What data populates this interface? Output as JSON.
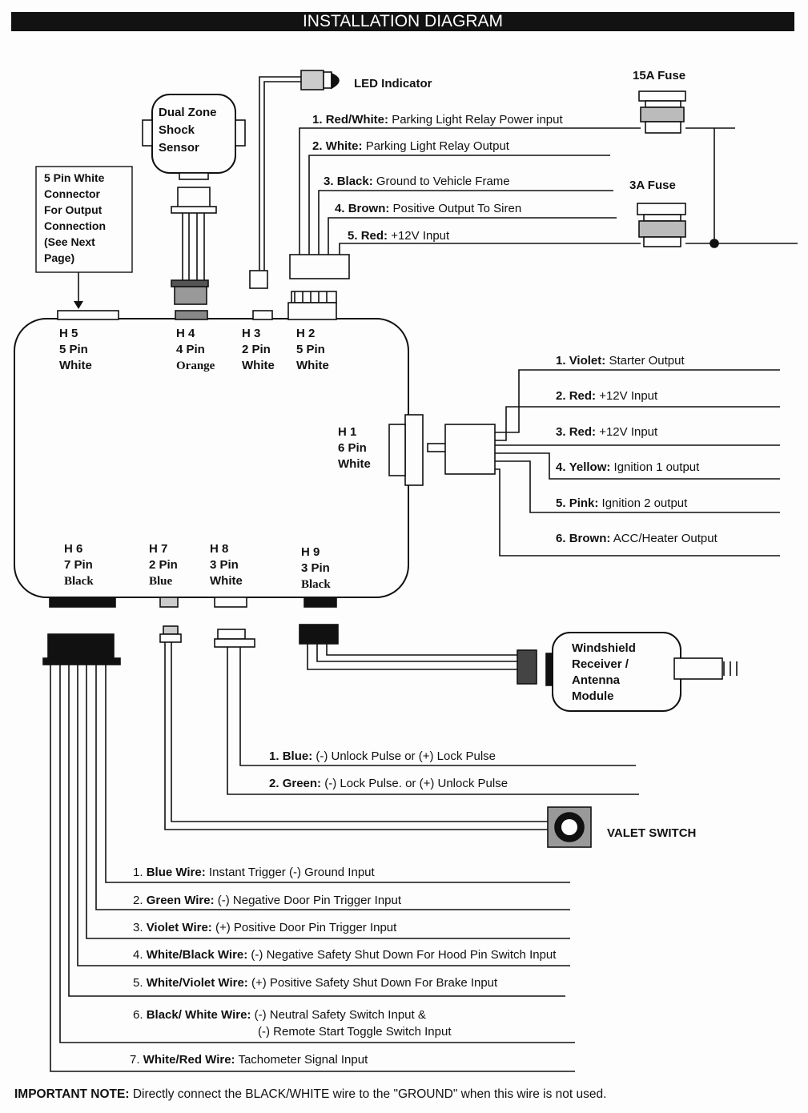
{
  "title": "INSTALLATION DIAGRAM",
  "components": {
    "led": "LED Indicator",
    "fuse_15a": "15A Fuse",
    "fuse_3a": "3A Fuse",
    "shock_sensor": [
      "Dual Zone",
      "Shock",
      "Sensor"
    ],
    "h5_note": [
      "5 Pin White",
      "Connector",
      "For Output",
      "Connection",
      "(See Next",
      "Page)"
    ],
    "receiver": [
      "Windshield",
      "Receiver /",
      "Antenna",
      "Module"
    ],
    "valet": "VALET SWITCH"
  },
  "headers": {
    "h5": [
      "H 5",
      "5 Pin",
      "White"
    ],
    "h4": [
      "H 4",
      "4 Pin",
      "Orange"
    ],
    "h3": [
      "H 3",
      "2 Pin",
      "White"
    ],
    "h2": [
      "H 2",
      "5 Pin",
      "White"
    ],
    "h1": [
      "H 1",
      "6 Pin",
      "White"
    ],
    "h6": [
      "H 6",
      "7 Pin",
      "Black"
    ],
    "h7": [
      "H 7",
      "2 Pin",
      "Blue"
    ],
    "h8": [
      "H 8",
      "3 Pin",
      "White"
    ],
    "h9": [
      "H 9",
      "3 Pin",
      "Black"
    ]
  },
  "h2_wires": [
    {
      "num": "1.",
      "color": "Red/White:",
      "desc": "Parking Light Relay Power input"
    },
    {
      "num": "2.",
      "color": "White:",
      "desc": "Parking Light Relay Output"
    },
    {
      "num": "3.",
      "color": "Black:",
      "desc": "Ground to Vehicle Frame"
    },
    {
      "num": "4.",
      "color": "Brown:",
      "desc": "Positive Output To Siren"
    },
    {
      "num": "5.",
      "color": "Red:",
      "desc": "+12V Input"
    }
  ],
  "h1_wires": [
    {
      "num": "1.",
      "color": "Violet:",
      "desc": "Starter Output"
    },
    {
      "num": "2.",
      "color": "Red:",
      "desc": "+12V Input"
    },
    {
      "num": "3.",
      "color": "Red:",
      "desc": "+12V Input"
    },
    {
      "num": "4.",
      "color": "Yellow:",
      "desc": "Ignition 1 output"
    },
    {
      "num": "5.",
      "color": "Pink:",
      "desc": "Ignition 2 output"
    },
    {
      "num": "6.",
      "color": "Brown:",
      "desc": "ACC/Heater Output"
    }
  ],
  "h8_wires": [
    {
      "num": "1.",
      "color": "Blue:",
      "desc": "(-) Unlock Pulse or (+) Lock Pulse"
    },
    {
      "num": "2.",
      "color": "Green:",
      "desc": "(-) Lock Pulse. or (+) Unlock Pulse"
    }
  ],
  "h6_wires": [
    {
      "num": "1.",
      "color": "Blue Wire:",
      "desc": "Instant Trigger (-) Ground Input"
    },
    {
      "num": "2.",
      "color": "Green Wire:",
      "desc": "(-) Negative Door Pin Trigger Input"
    },
    {
      "num": "3.",
      "color": "Violet Wire:",
      "desc": "(+) Positive Door Pin Trigger Input"
    },
    {
      "num": "4.",
      "color": "White/Black Wire:",
      "desc": "(-) Negative Safety Shut Down For Hood Pin Switch Input"
    },
    {
      "num": "5.",
      "color": "White/Violet Wire:",
      "desc": "(+) Positive Safety Shut Down For Brake Input"
    },
    {
      "num": "6.",
      "color": "Black/ White Wire:",
      "desc": "(-) Neutral Safety Switch Input &",
      "desc2": "(-) Remote Start Toggle Switch Input"
    },
    {
      "num": "7.",
      "color": "White/Red Wire:",
      "desc": "Tachometer Signal Input"
    }
  ],
  "important_note": {
    "label": "IMPORTANT NOTE:",
    "text": "Directly connect the BLACK/WHITE wire to the \"GROUND\" when this wire is not used."
  }
}
